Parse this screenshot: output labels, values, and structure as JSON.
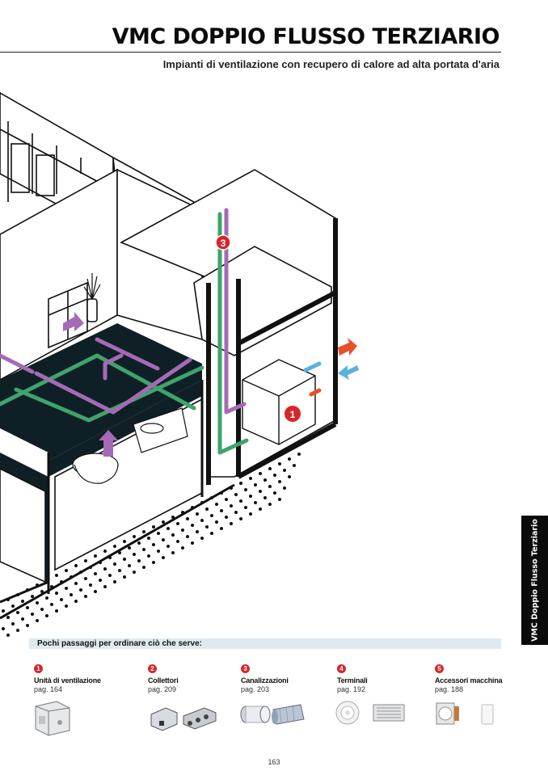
{
  "header": {
    "title": "VMC DOPPIO FLUSSO TERZIARIO",
    "subtitle": "Impianti di ventilazione con recupero di calore ad alta portata d'aria"
  },
  "side_tab": {
    "label": "VMC Doppio Flusso Terziario"
  },
  "illustration": {
    "callouts": [
      "3",
      "1"
    ],
    "colors": {
      "supply_duct": "#3fa36b",
      "extract_duct": "#a56ab5",
      "callout": "#d7262b",
      "air_out": "#e8502a",
      "air_in": "#5ab0e0",
      "floor": "#0f1f26"
    }
  },
  "steps": {
    "heading": "Pochi passaggi  per ordinare ciò che serve:",
    "items": [
      {
        "number": "1",
        "name": "Unità di ventilazione",
        "page": "pag. 164"
      },
      {
        "number": "2",
        "name": "Collettori",
        "page": "pag. 209"
      },
      {
        "number": "3",
        "name": "Canalizzazioni",
        "page": "pag. 203"
      },
      {
        "number": "4",
        "name": "Terminali",
        "page": "pag. 192"
      },
      {
        "number": "5",
        "name": "Accessori macchina",
        "page": "pag. 188"
      }
    ]
  },
  "footer": {
    "page_number": "163"
  }
}
